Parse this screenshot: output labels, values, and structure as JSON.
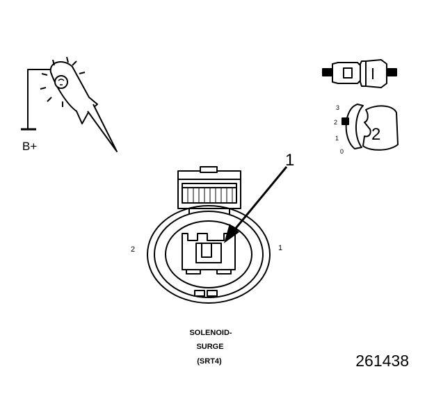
{
  "probe": {
    "label": "B+"
  },
  "connector_view": {
    "callout_number": "1",
    "pin_left": "2",
    "pin_right": "1",
    "caption": [
      "SOLENOID-",
      "SURGE",
      "(SRT4)"
    ]
  },
  "mating_inset": {
    "scale_labels": [
      "3",
      "2",
      "1",
      "0"
    ],
    "callout_number": "2"
  },
  "figure_number": "261438"
}
